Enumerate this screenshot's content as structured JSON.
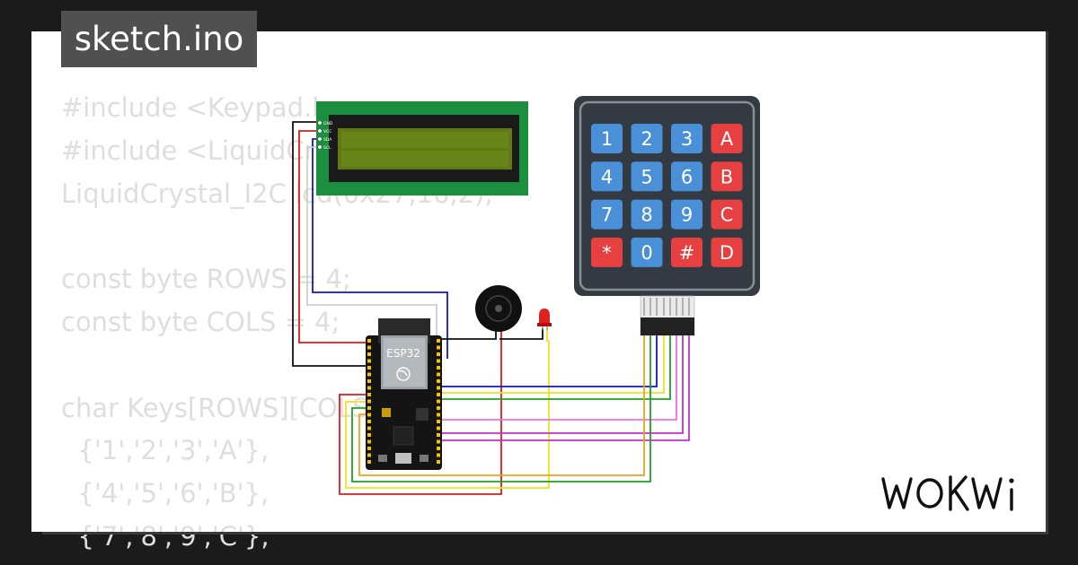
{
  "file_tab": {
    "name": "sketch.ino"
  },
  "code_lines": [
    "#include <Keypad.h>",
    "#include <LiquidCrystal_I2C.h>",
    "LiquidCrystal_I2C lcd(0x27,16,2);",
    "",
    "const byte ROWS = 4;",
    "const byte COLS = 4;",
    "",
    "char Keys[ROWS][COLS] = {",
    "  {'1','2','3','A'},",
    "  {'4','5','6','B'},",
    "  {'7','8','9','C'},"
  ],
  "esp32": {
    "label": "ESP32"
  },
  "lcd": {
    "pin_labels": [
      "GND",
      "VCC",
      "SDA",
      "SCL"
    ]
  },
  "keypad": {
    "keys": [
      {
        "label": "1",
        "kind": "num"
      },
      {
        "label": "2",
        "kind": "num"
      },
      {
        "label": "3",
        "kind": "num"
      },
      {
        "label": "A",
        "kind": "letter"
      },
      {
        "label": "4",
        "kind": "num"
      },
      {
        "label": "5",
        "kind": "num"
      },
      {
        "label": "6",
        "kind": "num"
      },
      {
        "label": "B",
        "kind": "letter"
      },
      {
        "label": "7",
        "kind": "num"
      },
      {
        "label": "8",
        "kind": "num"
      },
      {
        "label": "9",
        "kind": "num"
      },
      {
        "label": "C",
        "kind": "letter"
      },
      {
        "label": "*",
        "kind": "letter"
      },
      {
        "label": "0",
        "kind": "num"
      },
      {
        "label": "#",
        "kind": "letter"
      },
      {
        "label": "D",
        "kind": "letter"
      }
    ]
  },
  "brand": {
    "name": "WOKWI"
  },
  "colors": {
    "background": "#1b1b1b",
    "tab": "#505050",
    "code_text": "#dedede",
    "lcd_board": "#1b8f3e",
    "lcd_screen": "#5f7a12",
    "key_blue": "#4a90d9",
    "key_red": "#e64040",
    "keypad_body": "#333a42",
    "wire_black": "#111111",
    "wire_red": "#e01b1b",
    "wire_blue": "#1515c0",
    "wire_yellow": "#f0e020",
    "wire_green": "#22a022",
    "wire_orange": "#f0a020",
    "wire_violet": "#c030d0",
    "wire_pink": "#f070e0"
  }
}
